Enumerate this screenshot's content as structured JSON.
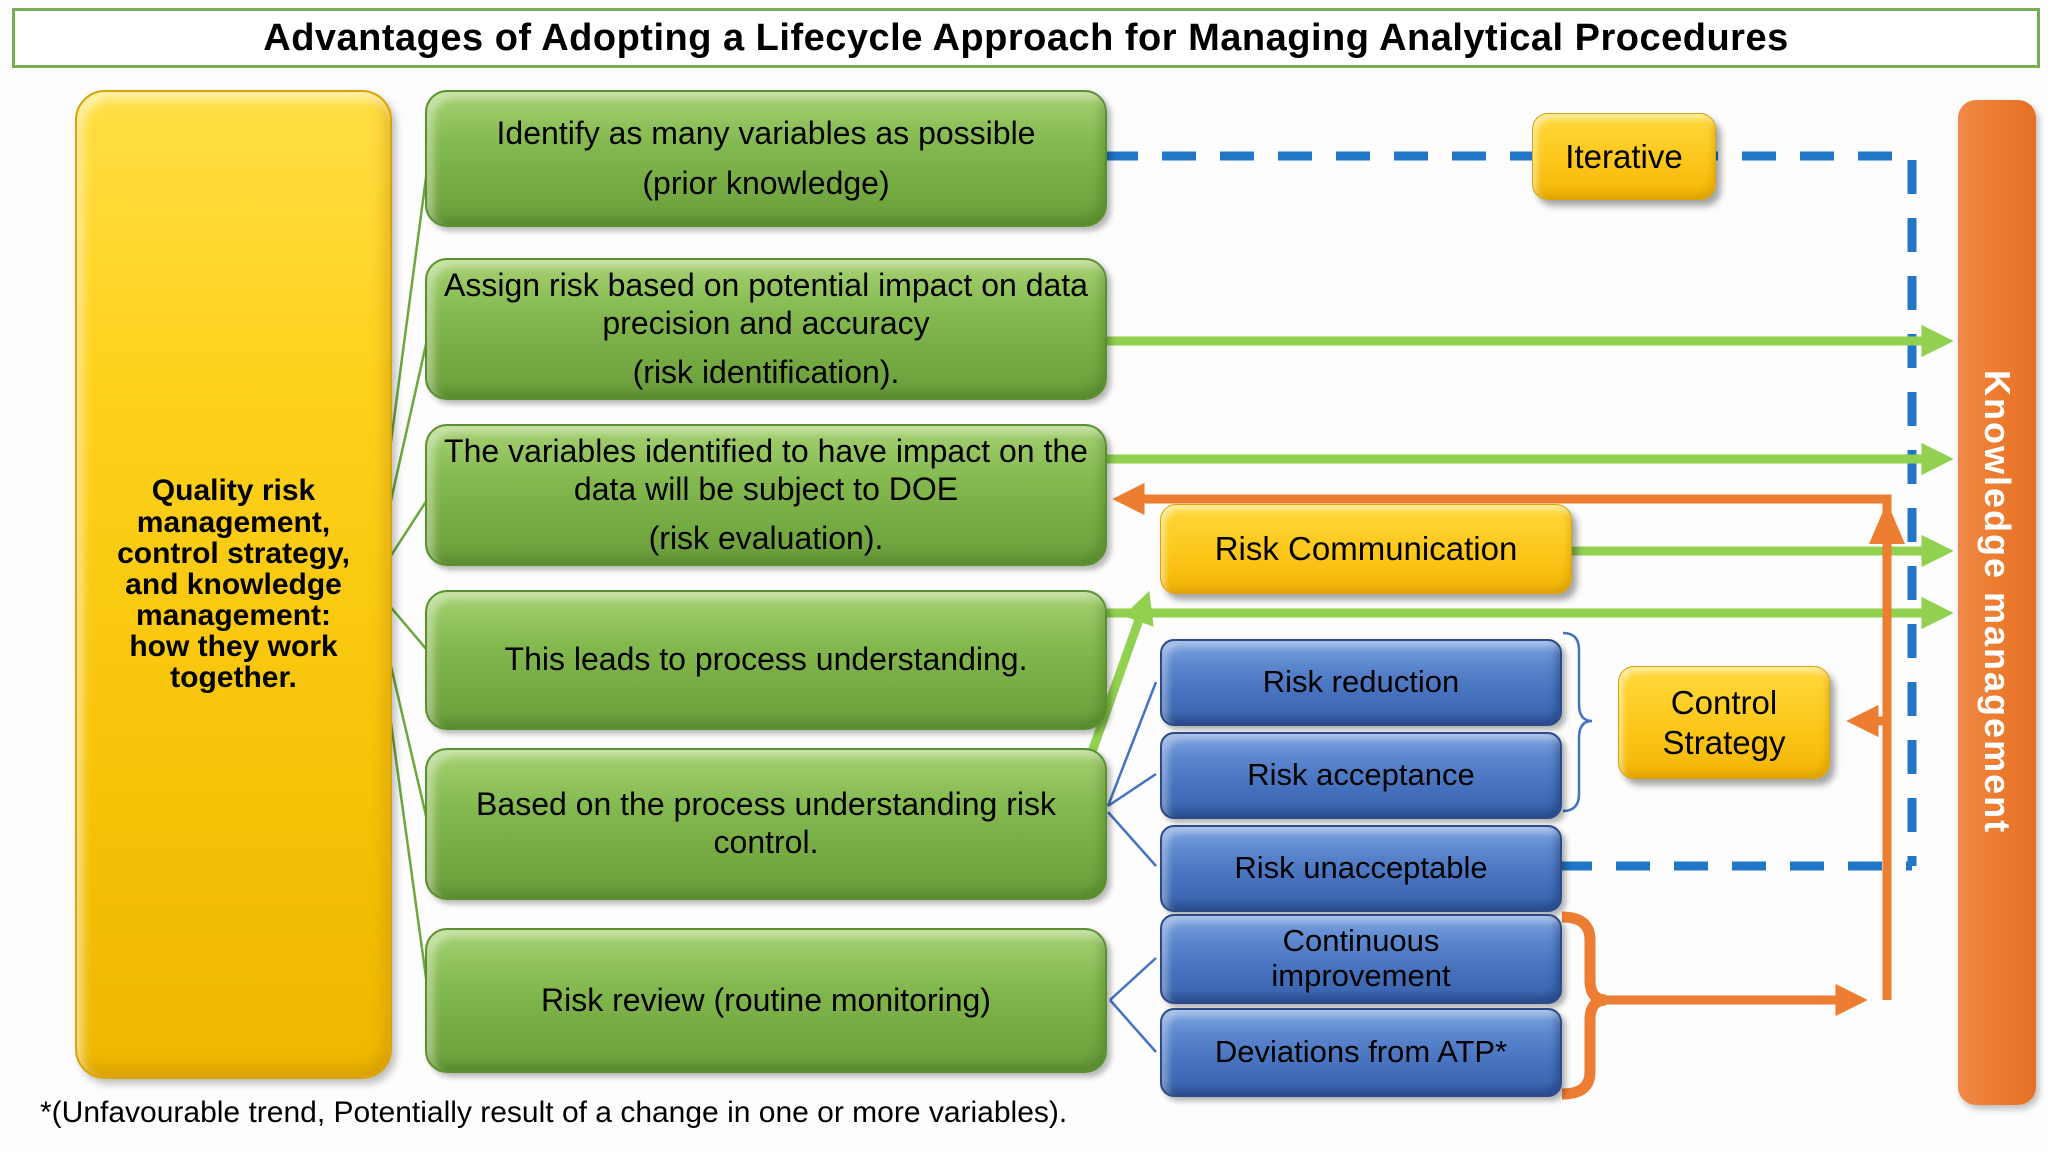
{
  "title": "Advantages of Adopting a Lifecycle Approach for Managing Analytical Procedures",
  "left_panel": {
    "text": "Quality risk management, control strategy, and knowledge management: how they work together."
  },
  "process_boxes": [
    {
      "main": "Identify as many variables as possible",
      "sub": "(prior knowledge)"
    },
    {
      "main": "Assign risk based on potential impact on data precision and accuracy",
      "sub": "(risk identification)."
    },
    {
      "main": "The variables identified to have impact on the data will be subject to DOE",
      "sub": "(risk evaluation)."
    },
    {
      "main": "This leads to process understanding."
    },
    {
      "main": "Based on the process understanding risk control."
    },
    {
      "main": "Risk review (routine monitoring)"
    }
  ],
  "callouts": {
    "iterative": "Iterative",
    "risk_communication": "Risk Communication",
    "control_strategy": "Control Strategy"
  },
  "risk_options": [
    "Risk reduction",
    "Risk acceptance",
    "Risk unacceptable"
  ],
  "review_outputs": [
    "Continuous improvement",
    "Deviations from ATP*"
  ],
  "knowledge_bar": "Knowledge management",
  "footnote": "*(Unfavourable trend, Potentially result of a change in one or more variables).",
  "colors": {
    "green_box": "#74a841",
    "yellow_box": "#fcc71a",
    "blue_box": "#4470bd",
    "orange_bar": "#ed7d31",
    "green_arrow": "#92d050",
    "blue_dashed": "#2176c7",
    "thin_blue": "#4472c4",
    "title_border": "#77ad53"
  }
}
